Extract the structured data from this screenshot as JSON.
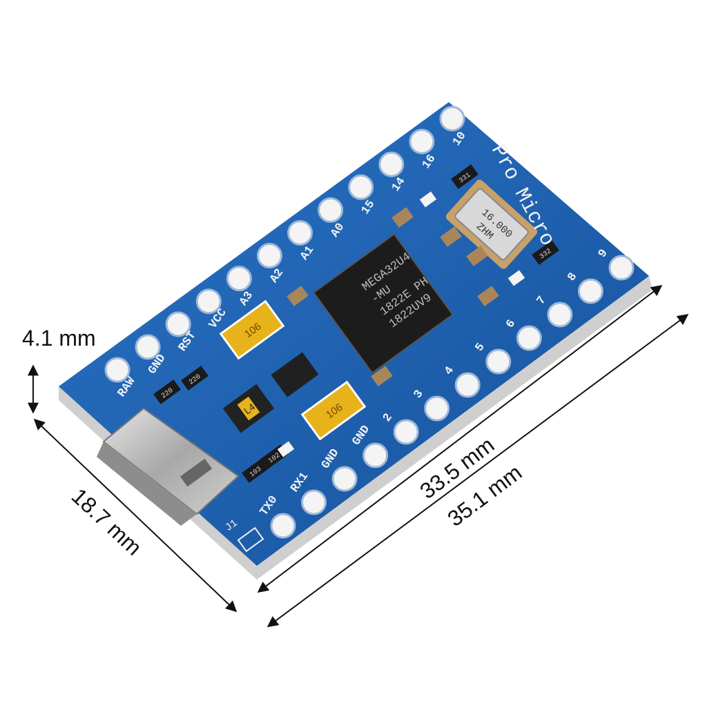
{
  "product": {
    "board_name": "Pro Micro",
    "chip_label": [
      "MEGA32U4",
      "-MU",
      "1822E  PH",
      "1822UV9"
    ],
    "crystal_label": [
      "16.000",
      "ZHM"
    ],
    "connector_label": "J1"
  },
  "pins": {
    "top_row": [
      "RAW",
      "GND",
      "RST",
      "VCC",
      "A3",
      "A2",
      "A1",
      "A0",
      "15",
      "14",
      "16",
      "10"
    ],
    "bottom_row": [
      "TX0",
      "RX1",
      "GND",
      "GND",
      "2",
      "3",
      "4",
      "5",
      "6",
      "7",
      "8",
      "9"
    ]
  },
  "components": {
    "resistor_codes": [
      "220",
      "220",
      "102",
      "103",
      "331",
      "332"
    ],
    "cap_codes": [
      "106",
      "106"
    ],
    "regulator_code": "L4"
  },
  "dimensions": {
    "height": "4.1 mm",
    "width": "18.7 mm",
    "pin_span": "33.5 mm",
    "length": "35.1 mm"
  },
  "colors": {
    "pcb": "#1a5fb0",
    "pcb_dark": "#0d3f80",
    "pcb_edge": "#d9d9d9",
    "silkscreen": "#f2f2f2",
    "pad": "#f4f4f4",
    "chip": "#1c1c1c",
    "tantalum": "#e8b21a",
    "usb": "#b9b9b9"
  }
}
